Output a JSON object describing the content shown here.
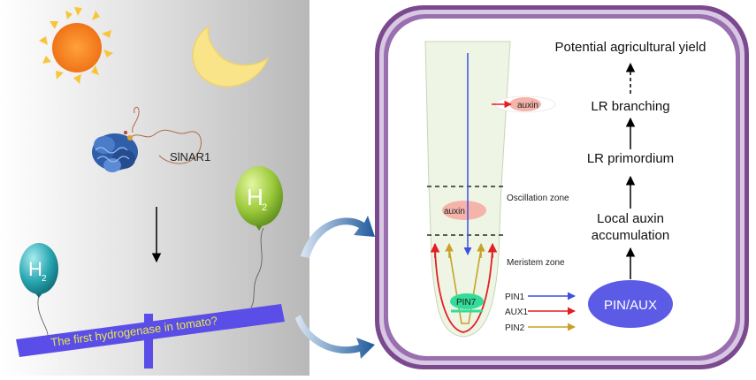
{
  "left_panel": {
    "protein_label": "SlNAR1",
    "balloon_label": "H",
    "balloon_subscript": "2",
    "banner_text": "The first hydrogenase in tomato?"
  },
  "right_panel": {
    "auxin_label": "auxin",
    "oscillation_zone": "Oscillation zone",
    "meristem_zone": "Meristem zone",
    "pin7_label": "PIN7",
    "legend": [
      {
        "label": "PIN1",
        "color": "#3f4fe0"
      },
      {
        "label": "AUX1",
        "color": "#e31e24"
      },
      {
        "label": "PIN2",
        "color": "#c8a227"
      }
    ],
    "pin_aux_label": "PIN/AUX",
    "pathway": {
      "local_auxin_line1": "Local auxin",
      "local_auxin_line2": "accumulation",
      "lr_primordium": "LR primordium",
      "lr_branching": "LR branching",
      "yield": "Potential agricultural yield"
    }
  },
  "colors": {
    "cell_wall": "#7b4a8e",
    "root_fill": "#eef5e4",
    "auxin_blob": "#f4b4aa",
    "pin_aux_ellipse": "#5b5be6",
    "pin7_blob": "#33dd99",
    "banner": "#5b4ee8",
    "banner_text": "#e8e84a"
  }
}
